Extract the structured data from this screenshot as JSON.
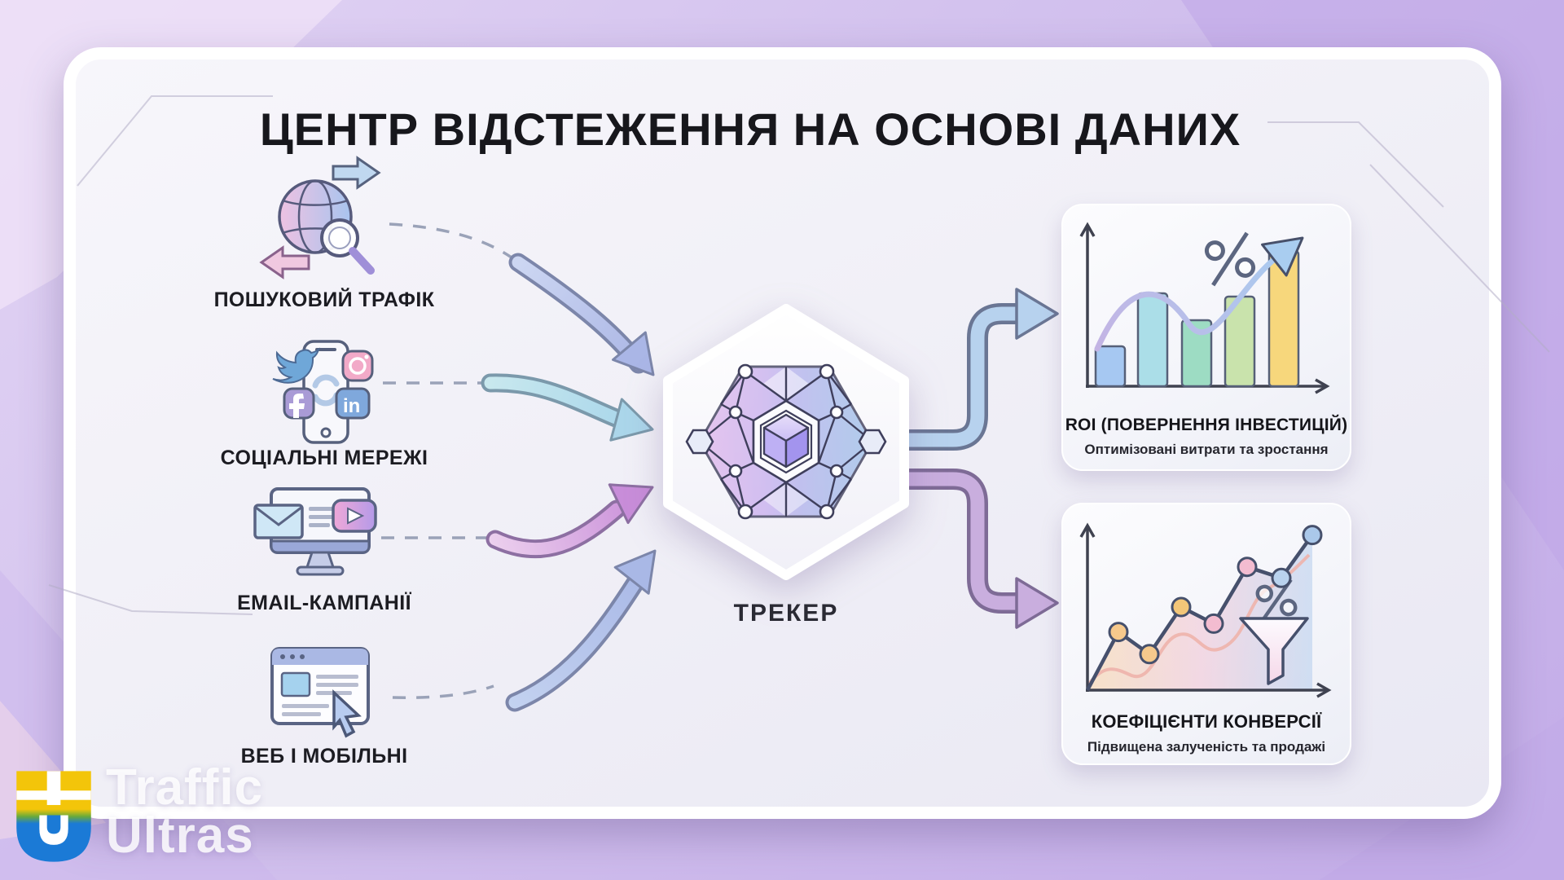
{
  "title": "ЦЕНТР ВІДСТЕЖЕННЯ НА ОСНОВІ ДАНИХ",
  "sources": [
    {
      "label": "ПОШУКОВИЙ ТРАФІК",
      "icon": "globe-search-icon"
    },
    {
      "label": "СОЦІАЛЬНІ МЕРЕЖІ",
      "icon": "social-phone-icon"
    },
    {
      "label": "EMAIL-КАМПАНІЇ",
      "icon": "email-monitor-icon"
    },
    {
      "label": "ВЕБ І МОБІЛЬНІ",
      "icon": "browser-window-icon"
    }
  ],
  "tracker": {
    "label": "ТРЕКЕР",
    "icon": "hexagon-network-icon"
  },
  "logo": {
    "line1": "Traffic",
    "line2": "Ultras",
    "icon": "tu-monogram-icon"
  },
  "colors": {
    "background_purple": "#c9b4ea",
    "panel_light": "#f1f0f7",
    "arrow_periwinkle": "#aeb9e7",
    "arrow_teal": "#b0d8ea",
    "arrow_orchid": "#c98fd9",
    "elbow_blue": "#b7d2ee",
    "elbow_purple": "#c9aede",
    "logo_yellow": "#f3c50a",
    "logo_blue": "#1b7ad6"
  },
  "chart_data": [
    {
      "id": "roi",
      "type": "bar",
      "title": "ROI (ПОВЕРНЕННЯ ІНВЕСТИЦІЙ)",
      "subtitle": "Оптимізовані витрати та зростання",
      "values": [
        28,
        65,
        46,
        63,
        95
      ],
      "ylim": [
        0,
        100
      ],
      "bar_colors": [
        "#a6c8f2",
        "#abdee8",
        "#9ddcc3",
        "#c9e3ac",
        "#f7d77c"
      ],
      "annotation": "%",
      "trend": "rising-arrow",
      "grid": "off"
    },
    {
      "id": "conversion",
      "type": "line",
      "title": "КОЕФІЦІЄНТИ КОНВЕРСІЇ",
      "subtitle": "Підвищена залученість та продажі",
      "values": [
        0,
        42,
        26,
        60,
        48,
        89,
        81,
        112
      ],
      "ylim": [
        0,
        120
      ],
      "dot_colors": [
        "#f6c98c",
        "#f6c98c",
        "#f3c678",
        "#f3bcd0",
        "#f3bcd0",
        "#b9d2ee",
        "#aac8ea"
      ],
      "annotation": "%",
      "extra_icon": "funnel-icon",
      "grid": "off"
    }
  ]
}
